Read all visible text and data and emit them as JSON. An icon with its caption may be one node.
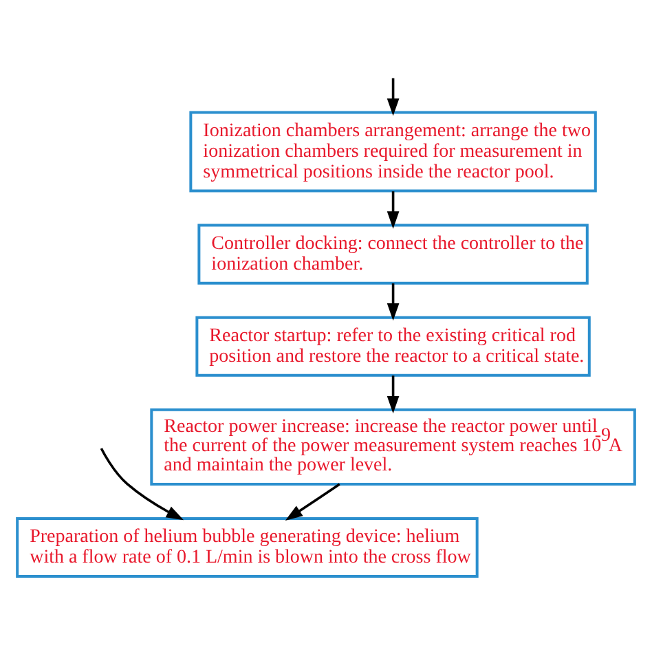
{
  "diagram": {
    "nodes": [
      {
        "text": [
          "Ionization chambers arrangement: arrange the two ionization chambers required for measurement in symmetrical positions inside the reactor pool."
        ]
      },
      {
        "text": [
          "Controller docking: connect the controller to the ionization chamber."
        ]
      },
      {
        "text": [
          "Reactor startup: refer to the existing critical rod position and restore the reactor to a critical state."
        ]
      },
      {
        "text": [
          "Reactor power increase: increase the reactor power until the current of the power measurement system reaches 10$^{-9}$A and maintain the power level."
        ]
      },
      {
        "text": [
          "Preparation of helium bubble generating device: helium with a flow rate of 0.1 L/min is blown into the cross flow"
        ]
      }
    ],
    "edges": [
      {
        "from": null,
        "to": 0,
        "arrow": "to"
      },
      {
        "from": 0,
        "to": 1,
        "arrow": "to"
      },
      {
        "from": 1,
        "to": 2,
        "arrow": "to"
      },
      {
        "from": 2,
        "to": 3,
        "arrow": "to"
      },
      {
        "from": 3,
        "to": 4,
        "arrow": "to"
      },
      {
        "from": null,
        "to": 4,
        "arrow": "to"
      }
    ]
  }
}
